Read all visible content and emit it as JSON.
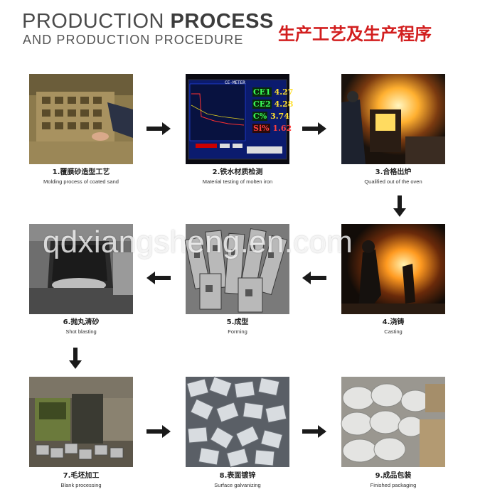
{
  "header": {
    "title_light": "PRODUCTION ",
    "title_bold": "PROCESS",
    "subtitle": "AND PRODUCTION PROCEDURE",
    "title_cn": "生产工艺及生产程序"
  },
  "steps": [
    {
      "cn": "1.覆膜砂造型工艺",
      "en": "Molding process of coated sand"
    },
    {
      "cn": "2.铁水材质检测",
      "en": "Material testing of molten iron"
    },
    {
      "cn": "3.合格出炉",
      "en": "Qualified out of the oven"
    },
    {
      "cn": "4.浇铸",
      "en": "Casting"
    },
    {
      "cn": "5.成型",
      "en": "Forming"
    },
    {
      "cn": "6.抛丸清砂",
      "en": "Shot blasting"
    },
    {
      "cn": "7.毛坯加工",
      "en": "Blank processing"
    },
    {
      "cn": "8.表面镀锌",
      "en": "Surface galvanizing"
    },
    {
      "cn": "9.成品包装",
      "en": "Finished packaging"
    }
  ],
  "meter": {
    "title": "CE-METER",
    "rows": [
      {
        "label": "CE1",
        "value": "4.27"
      },
      {
        "label": "CE2",
        "value": "4.28"
      },
      {
        "label": "C%",
        "value": "3.74"
      },
      {
        "label": "Si%",
        "value": "1.62"
      }
    ]
  },
  "watermark": "qdxiangsheng.en.com",
  "colors": {
    "accent_red": "#d21e1e",
    "arrow": "#1a1a1a"
  }
}
